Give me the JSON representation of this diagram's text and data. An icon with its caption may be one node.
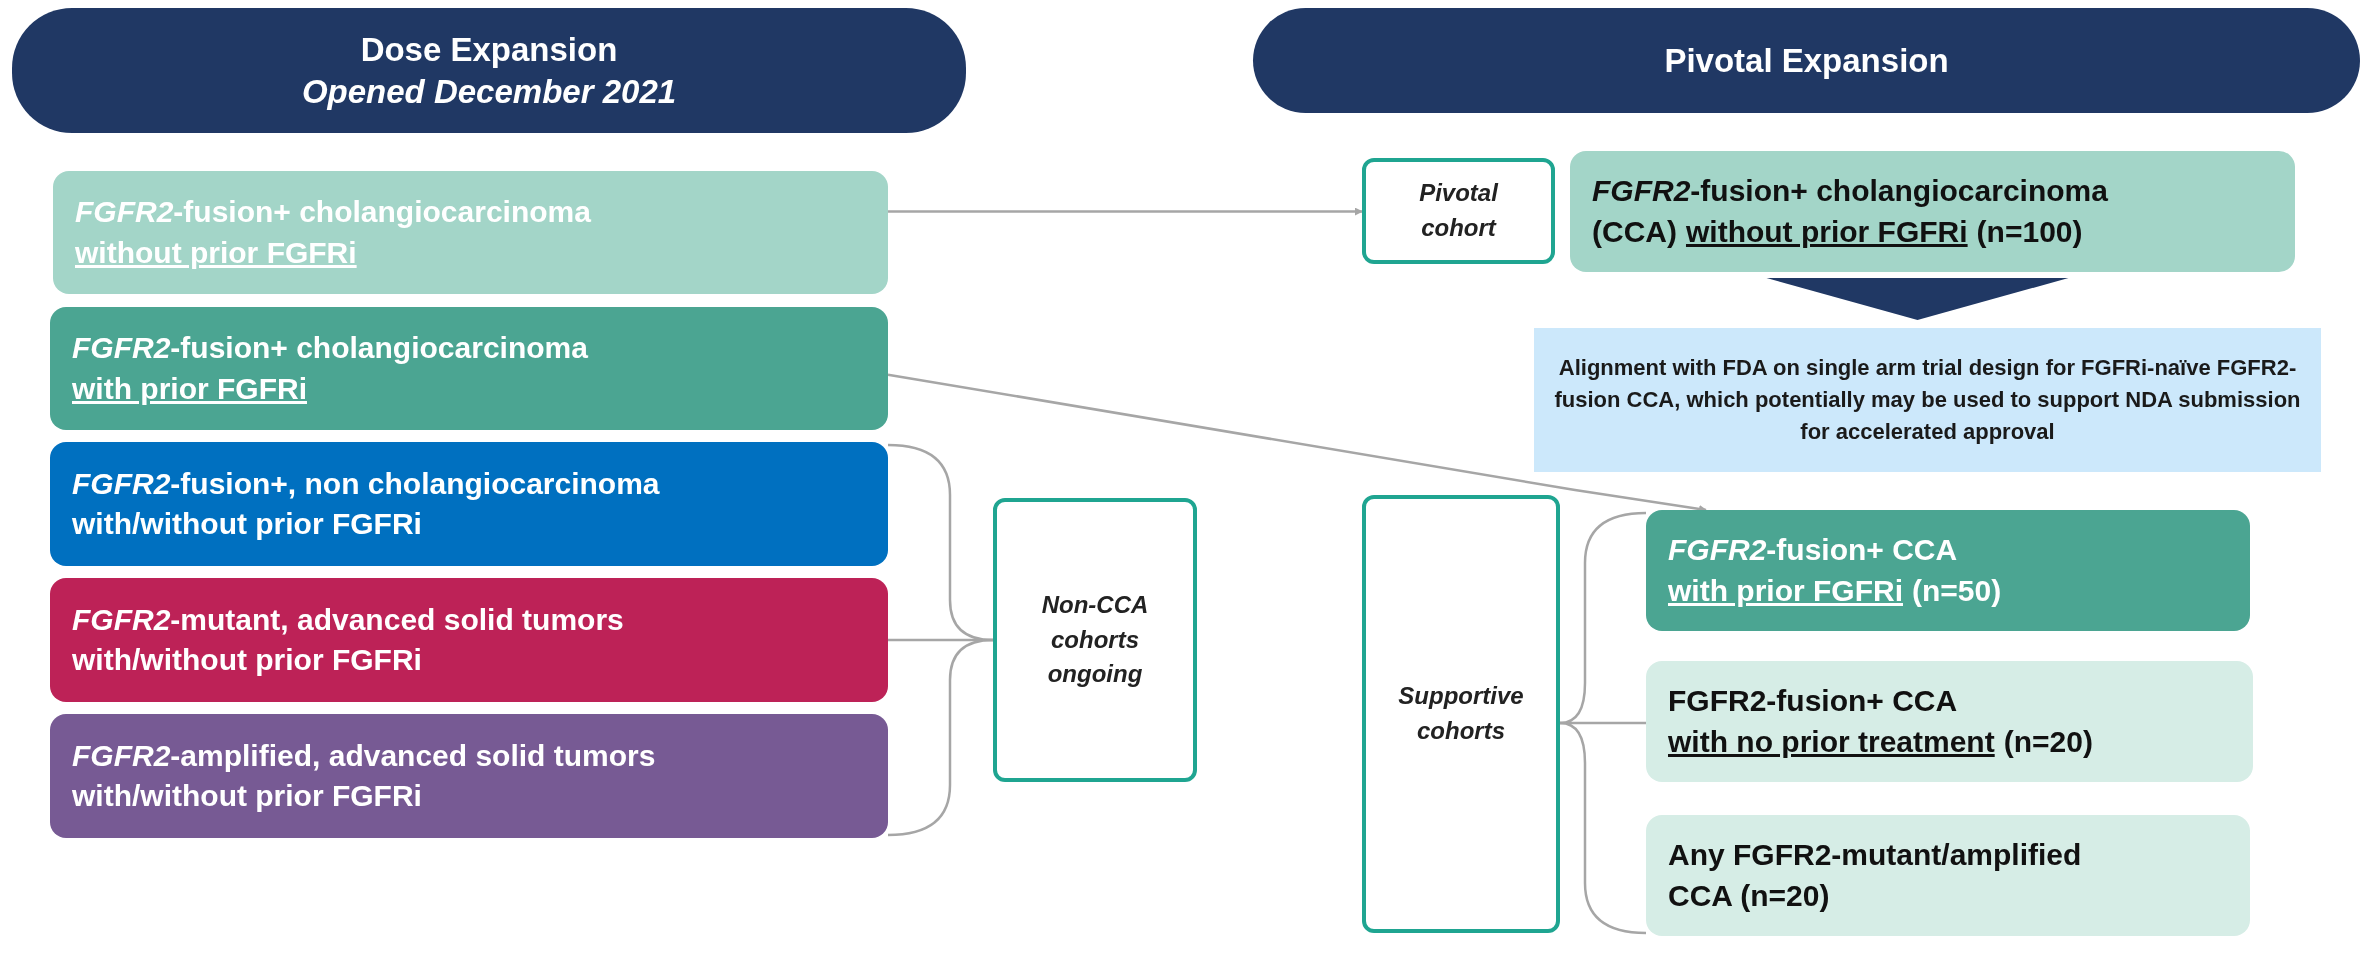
{
  "diagram": {
    "nodes": [
      {
        "text": [
          "Dose Expansion",
          "Opened December 2021"
        ]
      },
      {
        "text": [
          "Pivotal Expansion"
        ]
      },
      {
        "text": [
          "*FGFR2*-fusion+ cholangiocarcinoma",
          "without prior FGFRi"
        ]
      },
      {
        "text": [
          "*FGFR2*-fusion+ cholangiocarcinoma",
          "with prior FGFRi"
        ]
      },
      {
        "text": [
          "*FGFR2*-fusion+, non cholangiocarcinoma",
          "with/without prior FGFRi"
        ]
      },
      {
        "text": [
          "*FGFR2*-mutant, advanced solid tumors",
          "with/without prior FGFRi"
        ]
      },
      {
        "text": [
          "*FGFR2*-amplified, advanced solid tumors",
          "with/without prior FGFRi"
        ]
      },
      {
        "text": [
          "Non-CCA cohorts ongoing"
        ]
      },
      {
        "text": [
          "Pivotal cohort"
        ]
      },
      {
        "text": [
          "*FGFR2*-fusion+ cholangiocarcinoma",
          "(CCA)",
          "without prior FGFRi",
          "(n=100)"
        ]
      },
      {
        "text": [
          "Alignment with FDA on single arm trial design for FGFRi-naïve FGFR2-fusion CCA, which potentially may be used to support NDA submission for accelerated approval"
        ]
      },
      {
        "text": [
          "Supportive cohorts"
        ]
      },
      {
        "text": [
          "*FGFR2*-fusion+ CCA",
          "with prior FGFRi",
          "(n=50)"
        ]
      },
      {
        "text": [
          "FGFR2-fusion+ CCA",
          "with no prior treatment",
          "(n=20)"
        ]
      },
      {
        "text": [
          "Any FGFR2-mutant/amplified CCA (n=20)"
        ]
      }
    ],
    "edges": [
      {
        "from": 2,
        "to": 8,
        "arrow": "to"
      },
      {
        "from": 3,
        "to": 12,
        "arrow": "to"
      },
      {
        "from": 9,
        "to": 10,
        "arrow": "to",
        "color": "#203864"
      },
      {
        "from": 4,
        "to": 7,
        "arrow": "none"
      },
      {
        "from": 5,
        "to": 7,
        "arrow": "none"
      },
      {
        "from": 6,
        "to": 7,
        "arrow": "none"
      },
      {
        "from": 11,
        "to": 12,
        "arrow": "none"
      },
      {
        "from": 11,
        "to": 13,
        "arrow": "none"
      },
      {
        "from": 11,
        "to": 14,
        "arrow": "none"
      }
    ]
  }
}
